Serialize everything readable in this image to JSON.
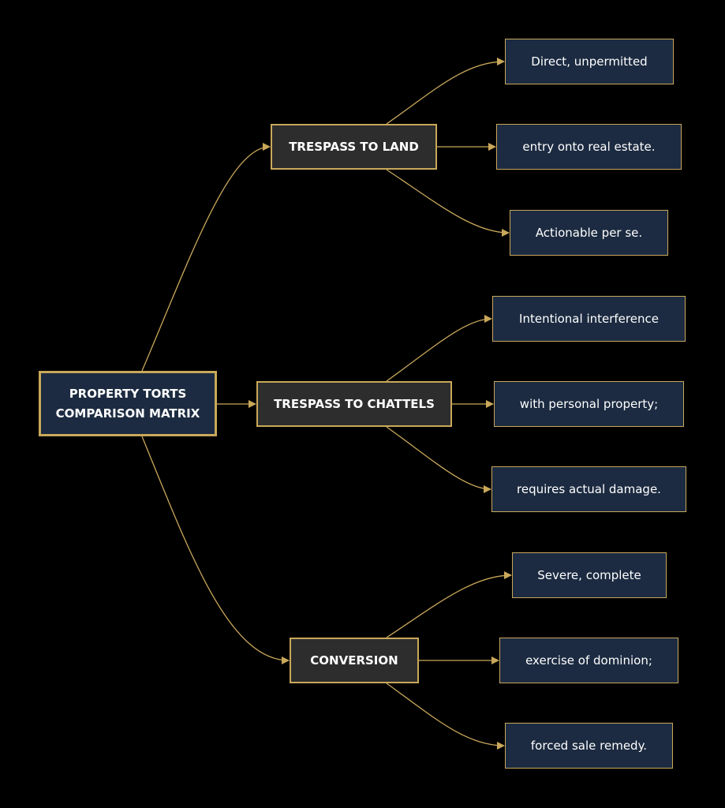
{
  "colors": {
    "background": "#000000",
    "edge": "#c9a85a",
    "root_fill": "#1c2b41",
    "category_fill": "#2d2d2d",
    "leaf_fill": "#1c2b41",
    "border": "#c9a85a",
    "text": "#ffffff"
  },
  "root": {
    "line1": "PROPERTY TORTS",
    "line2": "COMPARISON MATRIX"
  },
  "categories": [
    {
      "label": "TRESPASS TO LAND",
      "details": [
        "Direct, unpermitted",
        "entry onto real estate.",
        "Actionable per se."
      ]
    },
    {
      "label": "TRESPASS TO CHATTELS",
      "details": [
        "Intentional interference",
        "with personal property;",
        "requires actual damage."
      ]
    },
    {
      "label": "CONVERSION",
      "details": [
        "Severe, complete",
        "exercise of dominion;",
        "forced sale remedy."
      ]
    }
  ]
}
